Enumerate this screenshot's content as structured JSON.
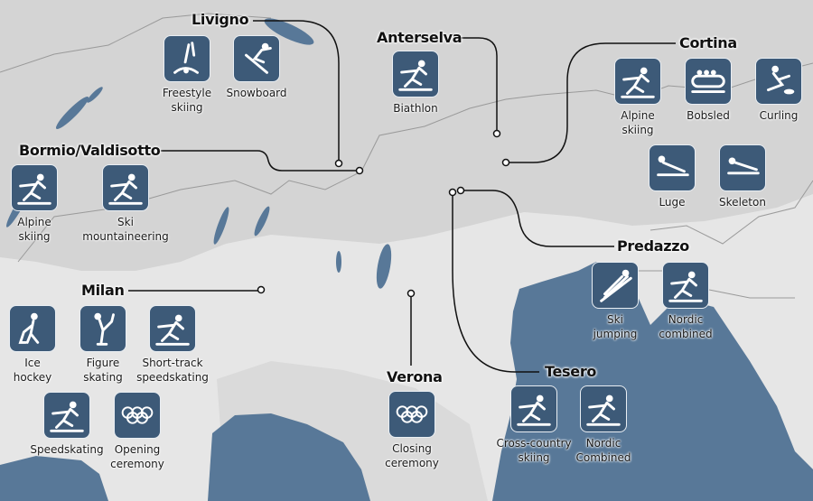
{
  "colors": {
    "sea": "#587898",
    "land": "#e6e6e6",
    "alps": "#d2d2d2",
    "icon_bg": "#3d5a78",
    "leader": "#111111"
  },
  "venues": {
    "livigno": {
      "name": "Livigno",
      "sports": [
        {
          "label1": "Freestyle",
          "label2": "skiing",
          "icon": "freestyle-skiing-icon"
        },
        {
          "label1": "Snowboard",
          "label2": "",
          "icon": "snowboard-icon"
        }
      ]
    },
    "anterselva": {
      "name": "Anterselva",
      "sports": [
        {
          "label1": "Biathlon",
          "label2": "",
          "icon": "biathlon-icon"
        }
      ]
    },
    "cortina": {
      "name": "Cortina",
      "sports": [
        {
          "label1": "Alpine",
          "label2": "skiing",
          "icon": "alpine-skiing-icon"
        },
        {
          "label1": "Bobsled",
          "label2": "",
          "icon": "bobsled-icon"
        },
        {
          "label1": "Curling",
          "label2": "",
          "icon": "curling-icon"
        },
        {
          "label1": "Luge",
          "label2": "",
          "icon": "luge-icon"
        },
        {
          "label1": "Skeleton",
          "label2": "",
          "icon": "skeleton-icon"
        }
      ]
    },
    "bormio": {
      "name": "Bormio/Valdisotto",
      "sports": [
        {
          "label1": "Alpine",
          "label2": "skiing",
          "icon": "alpine-skiing-icon"
        },
        {
          "label1": "Ski",
          "label2": "mountaineering",
          "icon": "ski-mountaineering-icon"
        }
      ]
    },
    "predazzo": {
      "name": "Predazzo",
      "sports": [
        {
          "label1": "Ski",
          "label2": "jumping",
          "icon": "ski-jumping-icon"
        },
        {
          "label1": "Nordic",
          "label2": "combined",
          "icon": "nordic-combined-icon"
        }
      ]
    },
    "tesero": {
      "name": "Tesero",
      "sports": [
        {
          "label1": "Cross-country",
          "label2": "skiing",
          "icon": "cross-country-skiing-icon"
        },
        {
          "label1": "Nordic",
          "label2": "Combined",
          "icon": "nordic-combined-icon"
        }
      ]
    },
    "milan": {
      "name": "Milan",
      "sports": [
        {
          "label1": "Ice",
          "label2": "hockey",
          "icon": "ice-hockey-icon"
        },
        {
          "label1": "Figure",
          "label2": "skating",
          "icon": "figure-skating-icon"
        },
        {
          "label1": "Short-track",
          "label2": "speedskating",
          "icon": "short-track-icon"
        },
        {
          "label1": "Speedskating",
          "label2": "",
          "icon": "speedskating-icon"
        },
        {
          "label1": "Opening",
          "label2": "ceremony",
          "icon": "olympic-rings-icon"
        }
      ]
    },
    "verona": {
      "name": "Verona",
      "sports": [
        {
          "label1": "Closing",
          "label2": "ceremony",
          "icon": "olympic-rings-icon"
        }
      ]
    }
  }
}
